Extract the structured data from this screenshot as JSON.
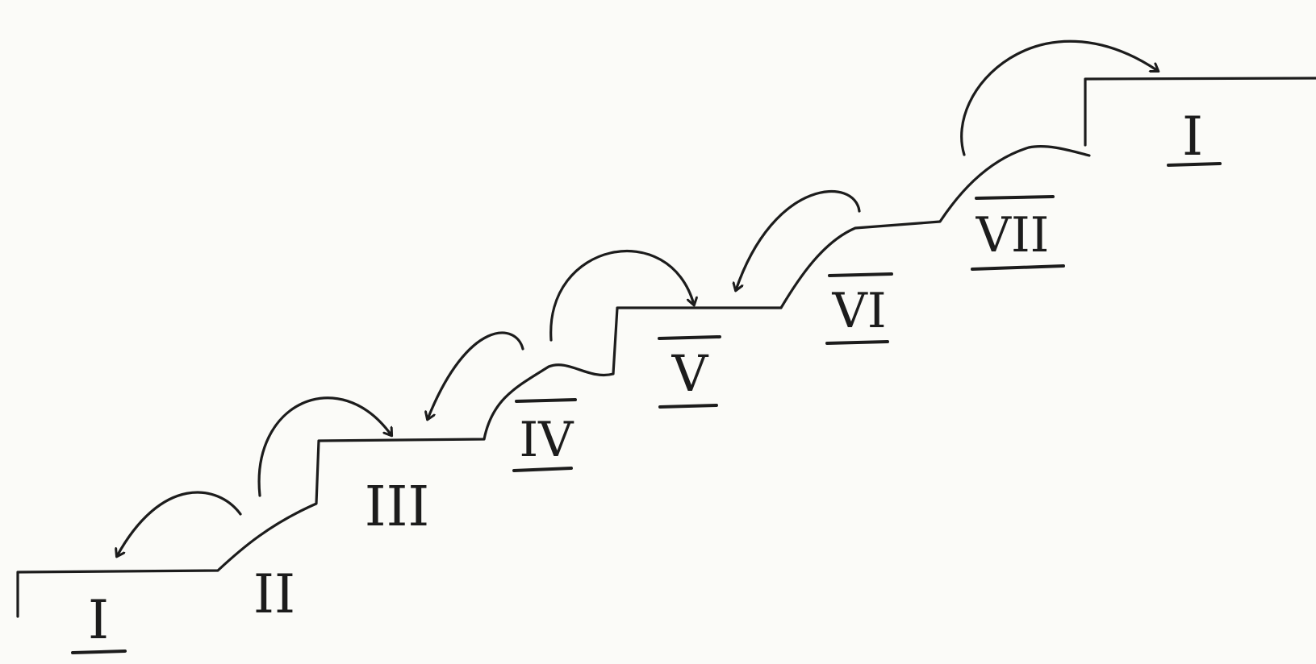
{
  "diagram": {
    "steps": [
      {
        "id": "step-1",
        "label": "I",
        "overbar": false,
        "underbar": true
      },
      {
        "id": "step-2",
        "label": "II",
        "overbar": false,
        "underbar": false
      },
      {
        "id": "step-3",
        "label": "III",
        "overbar": false,
        "underbar": false
      },
      {
        "id": "step-4",
        "label": "IV",
        "overbar": true,
        "underbar": true
      },
      {
        "id": "step-5",
        "label": "V",
        "overbar": true,
        "underbar": true
      },
      {
        "id": "step-6",
        "label": "VI",
        "overbar": true,
        "underbar": true
      },
      {
        "id": "step-7",
        "label": "VII",
        "overbar": true,
        "underbar": true
      },
      {
        "id": "step-8",
        "label": "I",
        "overbar": false,
        "underbar": true
      }
    ],
    "arrows": [
      {
        "id": "arrow-2-to-1",
        "from": "II",
        "to": "I"
      },
      {
        "id": "arrow-2-to-3",
        "from": "II",
        "to": "III"
      },
      {
        "id": "arrow-4-to-3",
        "from": "IV",
        "to": "III"
      },
      {
        "id": "arrow-4-to-5",
        "from": "IV",
        "to": "V"
      },
      {
        "id": "arrow-6-to-5",
        "from": "VI",
        "to": "V"
      },
      {
        "id": "arrow-7-to-8",
        "from": "VII",
        "to": "I"
      }
    ]
  }
}
